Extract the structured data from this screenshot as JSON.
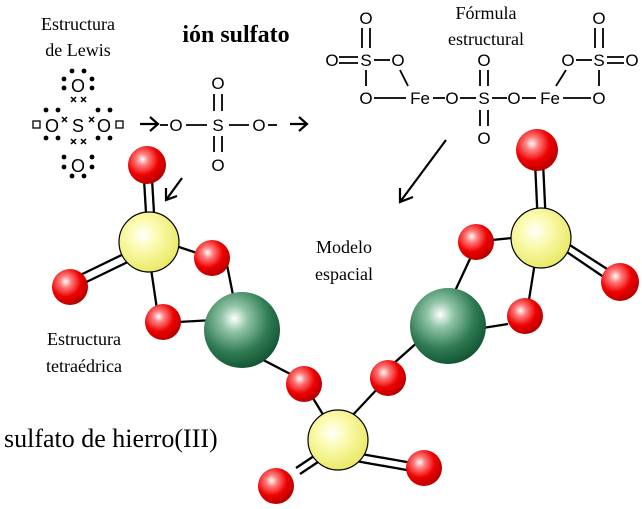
{
  "labels": {
    "lewis_line1": "Estructura",
    "lewis_line2": "de Lewis",
    "ion_title": "ión sulfato",
    "formula_line1": "Fórmula",
    "formula_line2": "estructural",
    "model_line1": "Modelo",
    "model_line2": "espacial",
    "tetra_line1": "Estructura",
    "tetra_line2": "tetraédrica",
    "compound": "sulfato de hierro(III)"
  },
  "atoms": {
    "O": "O",
    "S": "S",
    "Fe": "Fe",
    "bond": "–"
  },
  "colors": {
    "oxygen": "#e00000",
    "sulfur": "#f2f27a",
    "iron": "#1e6b43",
    "text": "#000000",
    "background": "#ffffff"
  }
}
